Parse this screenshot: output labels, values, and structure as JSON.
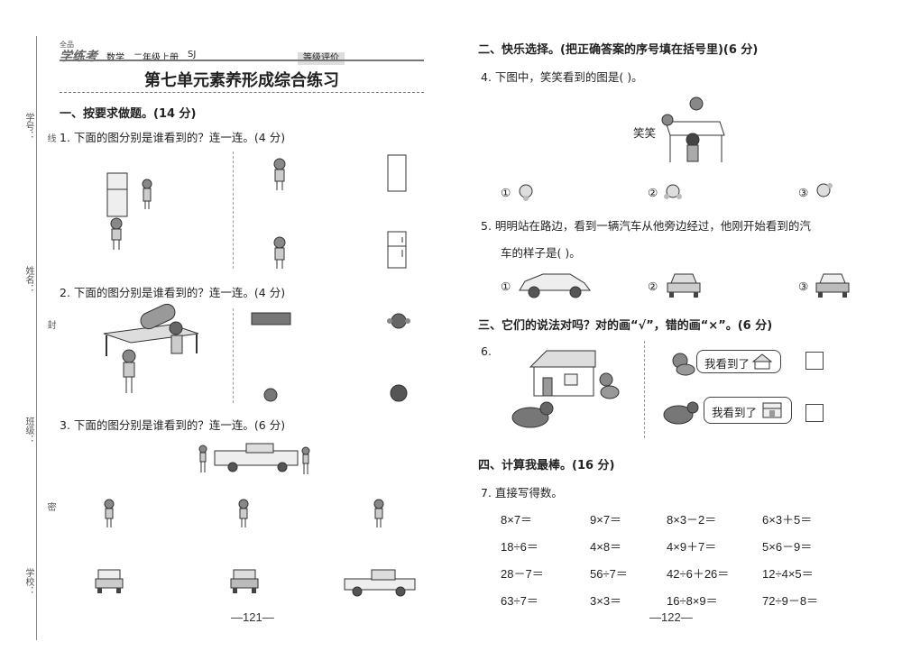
{
  "binding": {
    "labels": [
      "学号：",
      "线",
      "姓名：",
      "封",
      "班级：",
      "密",
      "学校："
    ]
  },
  "header": {
    "logo_top": "全品",
    "logo_main": "学练考",
    "subject": "数学",
    "grade": "二年级上册",
    "edition": "SJ",
    "rating_label": "等级评价"
  },
  "title": "第七单元素养形成综合练习",
  "left": {
    "section1": "一、按要求做题。(14 分)",
    "q1": "1.  下面的图分别是谁看到的？连一连。(4 分)",
    "q2": "2.  下面的图分别是谁看到的？连一连。(4 分)",
    "q3": "3.  下面的图分别是谁看到的？连一连。(6 分)",
    "page": "—121—"
  },
  "right": {
    "section2": "二、快乐选择。(把正确答案的序号填在括号里)(6 分)",
    "q4": "4.  下图中，笑笑看到的图是(      )。",
    "q4_name": "笑笑",
    "opt1": "①",
    "opt2": "②",
    "opt3": "③",
    "q5_line1": "5.  明明站在路边，看到一辆汽车从他旁边经过，他刚开始看到的汽",
    "q5_line2": "车的样子是(      )。",
    "section3": "三、它们的说法对吗？对的画“√”，错的画“×”。(6 分)",
    "q6": "6.",
    "bubble_text": "我看到了",
    "section4": "四、计算我最棒。(16 分)",
    "q7": "7.  直接写得数。",
    "calc": [
      [
        "8×7＝",
        "9×7＝",
        "8×3－2＝",
        "6×3＋5＝"
      ],
      [
        "18÷6＝",
        "4×8＝",
        "4×9＋7＝",
        "5×6－9＝"
      ],
      [
        "28－7＝",
        "56÷7＝",
        "42÷6＋26＝",
        "12÷4×5＝"
      ],
      [
        "63÷7＝",
        "3×3＝",
        "16÷8×9＝",
        "72÷9－8＝"
      ]
    ],
    "page": "—122—"
  }
}
